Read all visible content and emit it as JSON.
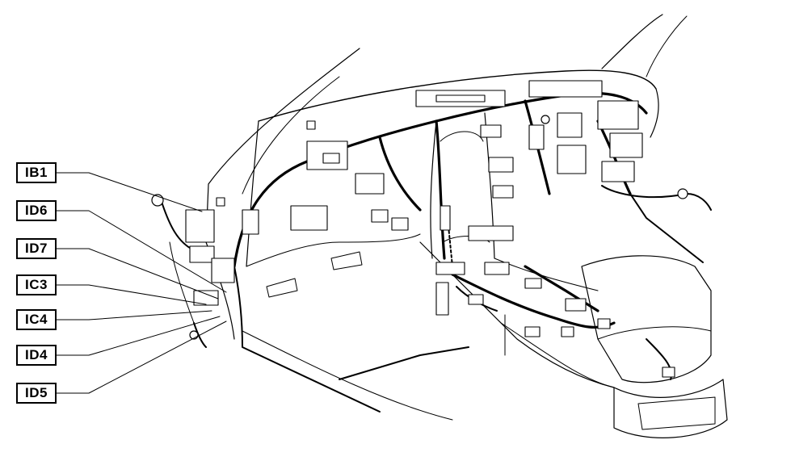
{
  "callouts": [
    {
      "id": "ib1",
      "label": "IB1"
    },
    {
      "id": "id6",
      "label": "ID6"
    },
    {
      "id": "id7",
      "label": "ID7"
    },
    {
      "id": "ic3",
      "label": "IC3"
    },
    {
      "id": "ic4",
      "label": "IC4"
    },
    {
      "id": "id4",
      "label": "ID4"
    },
    {
      "id": "id5",
      "label": "ID5"
    }
  ]
}
